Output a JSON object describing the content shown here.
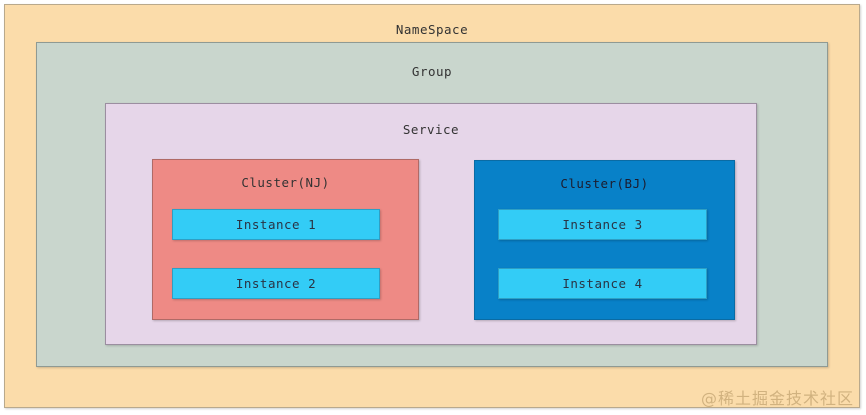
{
  "diagram": {
    "namespace": {
      "label": "NameSpace",
      "color": "#fbdcaa",
      "border_color": "#b9a98c"
    },
    "group": {
      "label": "Group",
      "color": "#c9d6cd",
      "border_color": "#8f9a93"
    },
    "service": {
      "label": "Service",
      "color": "#e6d6e9",
      "border_color": "#9b8ea0"
    },
    "clusters": [
      {
        "label": "Cluster(NJ)",
        "color": "#ee8a85",
        "border_color": "#b06a66",
        "instances": [
          {
            "label": "Instance 1"
          },
          {
            "label": "Instance 2"
          }
        ]
      },
      {
        "label": "Cluster(BJ)",
        "color": "#0881c8",
        "border_color": "#0a6ba4",
        "instances": [
          {
            "label": "Instance 3"
          },
          {
            "label": "Instance 4"
          }
        ]
      }
    ],
    "instance_color": "#33ccf6",
    "instance_border_color": "#2e9fc4"
  },
  "watermark": {
    "text": "@稀土掘金技术社区"
  }
}
